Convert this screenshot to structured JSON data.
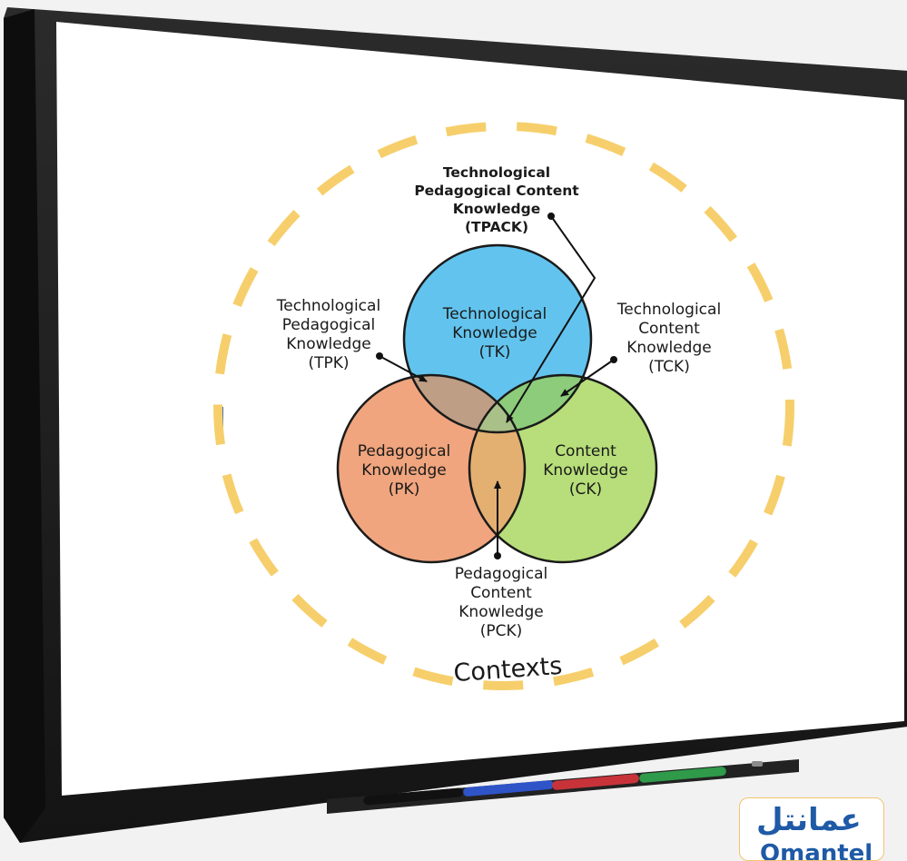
{
  "diagram": {
    "circles": {
      "tk": [
        "Technological",
        "Knowledge",
        "(TK)"
      ],
      "pk": [
        "Pedagogical",
        "Knowledge",
        "(PK)"
      ],
      "ck": [
        "Content",
        "Knowledge",
        "(CK)"
      ]
    },
    "labels": {
      "tpack": [
        "Technological",
        "Pedagogical Content",
        "Knowledge",
        "(TPACK)"
      ],
      "tpk": [
        "Technological",
        "Pedagogical",
        "Knowledge",
        "(TPK)"
      ],
      "tck": [
        "Technological",
        "Content",
        "Knowledge",
        "(TCK)"
      ],
      "pck": [
        "Pedagogical",
        "Content",
        "Knowledge",
        "(PCK)"
      ]
    },
    "contexts": "Contexts",
    "colors": {
      "tk": "#62c4ee",
      "pk": "#f0a57e",
      "ck": "#b7de7a",
      "tk_pk": "#bf9e86",
      "tk_ck": "#8ccc7a",
      "pk_ck": "#e3b072",
      "center": "#a9c188",
      "contexts_ring": "#f6cf6c"
    }
  },
  "brand": {
    "arabic": "عمانتل",
    "english": "Omantel",
    "color": "#1f5aa6"
  }
}
